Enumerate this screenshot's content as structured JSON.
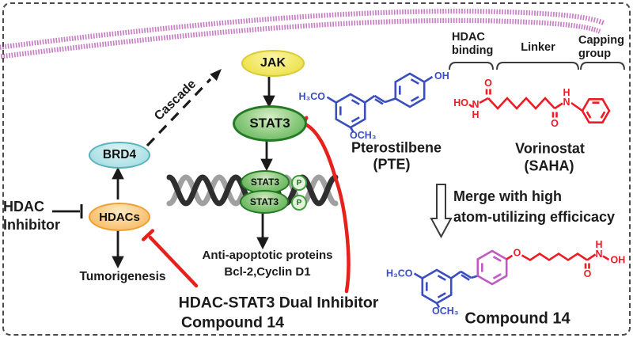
{
  "colors": {
    "membrane_pink": "#c77fc3",
    "inhibition_red": "#e8201c",
    "pte_blue": "#3a4ec0",
    "saha_red": "#ed1c24",
    "ring_magenta": "#c05ac2",
    "jak_yellow": "#f2e866",
    "stat3_green": "#55ae53",
    "brd4_cyan": "#b5e4e8",
    "hdacs_orange": "#f9c87f"
  },
  "pathway": {
    "jak": "JAK",
    "stat3": "STAT3",
    "brd4": "BRD4",
    "hdacs": "HDACs",
    "stat3_dimer": [
      "STAT3",
      "STAT3"
    ],
    "phospho": "P",
    "cascade_label": "Cascade",
    "hdac_inhibitor": [
      "HDAC",
      "Inhibitor"
    ],
    "tumorigenesis": "Tumorigenesis",
    "anti_apoptotic": [
      "Anti-apoptotic proteins",
      "Bcl-2,Cyclin D1"
    ],
    "dual_inhibitor": [
      "HDAC-STAT3 Dual Inhibitor",
      "Compound 14"
    ]
  },
  "chemistry": {
    "pte": {
      "name": "Pterostilbene",
      "abbr": "(PTE)",
      "atoms": {
        "methoxy_top": "H₃CO",
        "methoxy_bottom": "OCH₃",
        "hydroxyl": "OH"
      }
    },
    "saha": {
      "name": "Vorinostat",
      "abbr": "(SAHA)",
      "regions": {
        "hdac_binding": [
          "HDAC",
          "binding"
        ],
        "linker": "Linker",
        "capping_group": [
          "Capping",
          "group"
        ]
      },
      "atoms": {
        "ho": "HO",
        "n1": "N",
        "h1": "H",
        "o1": "O",
        "o2": "O",
        "n2": "N",
        "h2": "H"
      }
    },
    "merge_note": [
      "Merge with high",
      "atom-utilizing efficicacy"
    ],
    "compound14": {
      "name": "Compound 14",
      "atoms": {
        "methoxy_top": "H₃CO",
        "methoxy_bottom": "OCH₃",
        "ether_o": "O",
        "carbonyl_o": "O",
        "h": "H",
        "n": "N",
        "oh": "OH"
      }
    }
  }
}
